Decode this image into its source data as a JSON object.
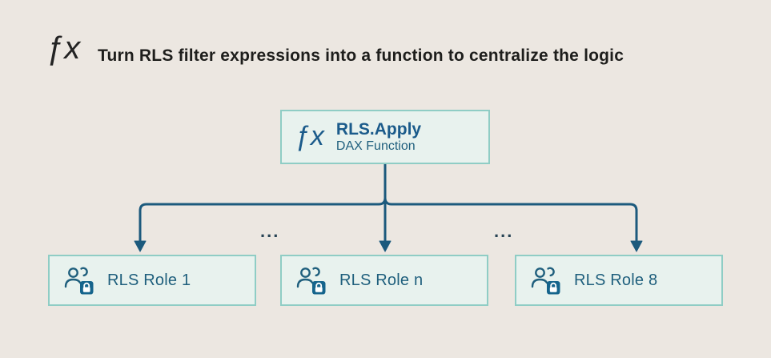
{
  "header": {
    "fx_glyph": "ƒx",
    "title": "Turn RLS filter expressions into a function to centralize the logic"
  },
  "function_box": {
    "fx_glyph": "ƒx",
    "title": "RLS.Apply",
    "subtitle": "DAX Function"
  },
  "roles": [
    {
      "label": "RLS Role 1"
    },
    {
      "label": "RLS Role n"
    },
    {
      "label": "RLS Role 8"
    }
  ],
  "connectors": {
    "ellipsis_left": "...",
    "ellipsis_right": "..."
  },
  "colors": {
    "background": "#ece7e1",
    "box_fill": "#e8f2ee",
    "box_border": "#8fcdc5",
    "arrow": "#1c5a7d",
    "function_title_text": "#1b5b8b",
    "teal_text": "#1f5f7d",
    "header_text": "#1e1e1c",
    "lock_badge": "#15648c"
  }
}
